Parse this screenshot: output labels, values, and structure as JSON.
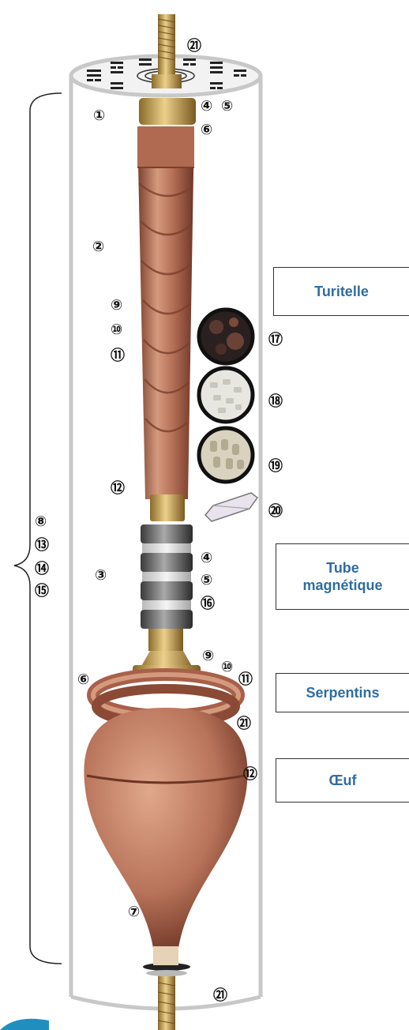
{
  "labels": {
    "turitelle": "Turitelle",
    "tube_line1": "Tube",
    "tube_line2": "magnétique",
    "serpentins": "Serpentins",
    "oeuf": "Œuf"
  },
  "markers": [
    {
      "id": "m21-top",
      "text": "㉑"
    },
    {
      "id": "m1",
      "text": "①"
    },
    {
      "id": "m4-top",
      "text": "④"
    },
    {
      "id": "m5-top",
      "text": "⑤"
    },
    {
      "id": "m6-top",
      "text": "⑥"
    },
    {
      "id": "m2",
      "text": "②"
    },
    {
      "id": "m9-top",
      "text": "⑨"
    },
    {
      "id": "m10-top",
      "text": "⑩"
    },
    {
      "id": "m11-top",
      "text": "⑪"
    },
    {
      "id": "m17",
      "text": "⑰"
    },
    {
      "id": "m18",
      "text": "⑱"
    },
    {
      "id": "m19",
      "text": "⑲"
    },
    {
      "id": "m12-top",
      "text": "⑫"
    },
    {
      "id": "m20",
      "text": "⑳"
    },
    {
      "id": "m8",
      "text": "⑧"
    },
    {
      "id": "m13",
      "text": "⑬"
    },
    {
      "id": "m14",
      "text": "⑭"
    },
    {
      "id": "m15",
      "text": "⑮"
    },
    {
      "id": "m3",
      "text": "③"
    },
    {
      "id": "m4-mid",
      "text": "④"
    },
    {
      "id": "m5-mid",
      "text": "⑤"
    },
    {
      "id": "m16",
      "text": "⑯"
    },
    {
      "id": "m9-mid",
      "text": "⑨"
    },
    {
      "id": "m10-mid",
      "text": "⑩"
    },
    {
      "id": "m11-mid",
      "text": "⑪"
    },
    {
      "id": "m6-mid",
      "text": "⑥"
    },
    {
      "id": "m21-mid",
      "text": "㉑"
    },
    {
      "id": "m12-mid",
      "text": "⑫"
    },
    {
      "id": "m7",
      "text": "⑦"
    },
    {
      "id": "m21-bot",
      "text": "㉑"
    }
  ],
  "colors": {
    "copper": "#b8735a",
    "copper_dark": "#7a3f2c",
    "brass": "#c9a45a",
    "label_text": "#2f6da1",
    "cylinder_outline": "#c8c8c8"
  }
}
